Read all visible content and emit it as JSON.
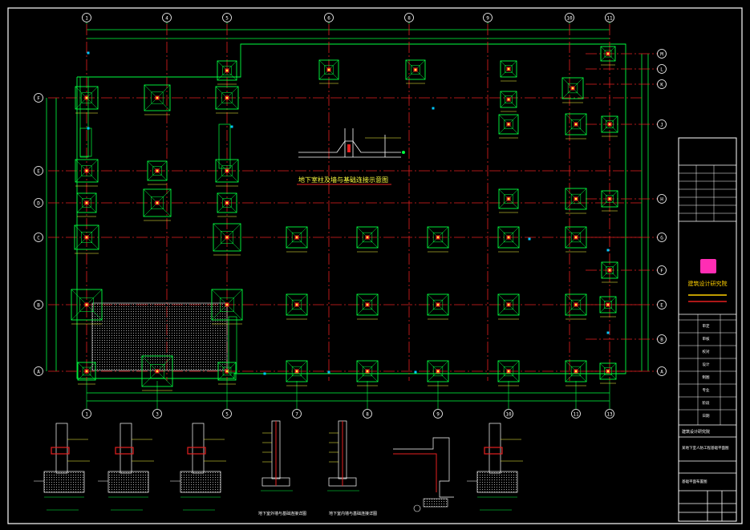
{
  "drawing": {
    "background": "#000000",
    "colors": {
      "frame": "#ffffff",
      "axis": "#e62020",
      "footing": "#00ff40",
      "dimension": "#00ff40",
      "text": "#ffff40",
      "accent": "#00c8ff",
      "logo": "#ff2db4",
      "brand": "#ffd000"
    },
    "grid_labels_top": [
      "1",
      "4",
      "5",
      "6",
      "8",
      "9",
      "10",
      "11"
    ],
    "grid_labels_bottom": [
      "1",
      "3",
      "5",
      "7",
      "8",
      "9",
      "10",
      "11",
      "13"
    ],
    "grid_labels_left": [
      "F",
      "E",
      "D",
      "C",
      "B",
      "A"
    ],
    "grid_labels_right": [
      "M",
      "L",
      "K",
      "J",
      "H",
      "G",
      "F",
      "E",
      "B",
      "A"
    ],
    "plan_title": "地下室柱及墙与基础连接示意图",
    "section_titles": [
      "地下室外墙与基础连接详图",
      "地下室内墙与基础连接详图"
    ],
    "title_block": {
      "company_name": "建筑设计研究院",
      "rows": [
        "审定",
        "审核",
        "校对",
        "设计",
        "制图",
        "专业",
        "阶段",
        "日期"
      ],
      "project_name": "某地下室人防工程基础平面图",
      "drawing_name": "基础平面布置图"
    }
  }
}
